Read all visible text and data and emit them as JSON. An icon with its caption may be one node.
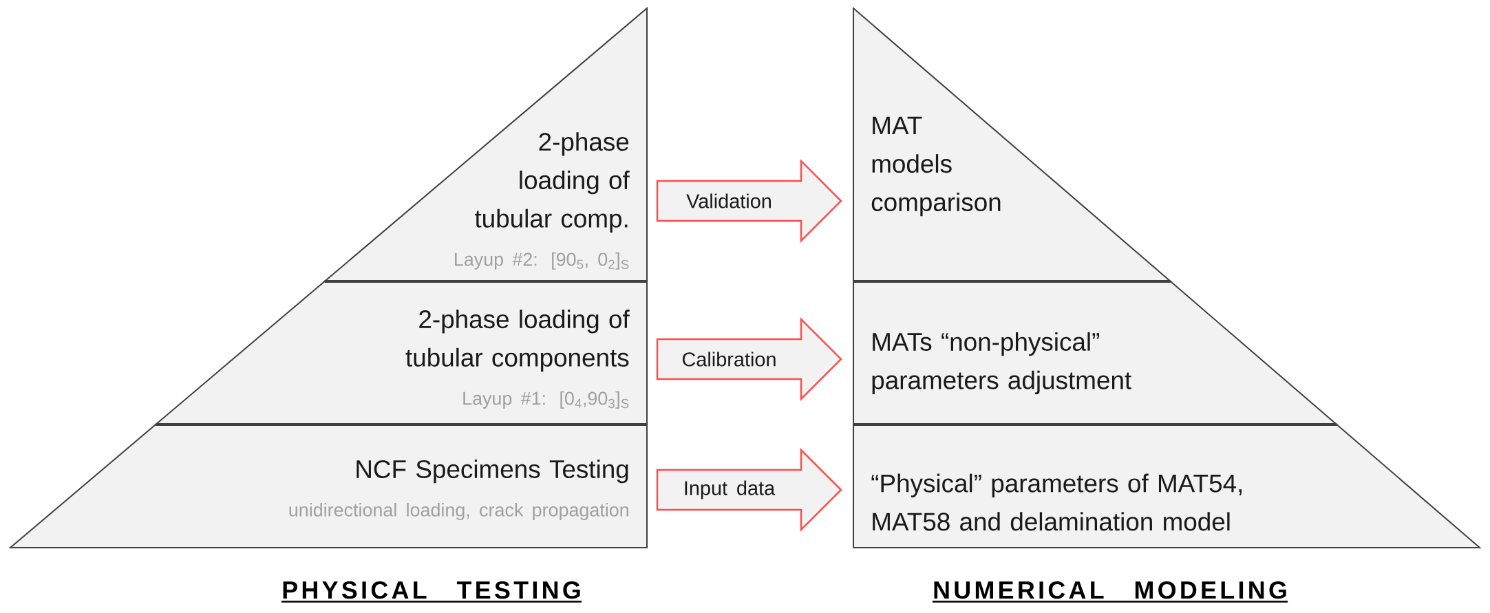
{
  "diagram": {
    "nodes": [
      {
        "text": [
          "2-phase loading of tubular comp.",
          "Layup #2: [90$_{5}$, 0$_{2}$]$_{S}$"
        ]
      },
      {
        "text": [
          "2-phase loading of tubular components",
          "Layup #1: [0$_{4}$,90$_{3}$]$_{S}$"
        ]
      },
      {
        "text": [
          "NCF Specimens Testing",
          "unidirectional loading, crack propagation"
        ]
      },
      {
        "text": [
          "MAT models comparison"
        ]
      },
      {
        "text": [
          "MATs “non-physical” parameters adjustment"
        ]
      },
      {
        "text": [
          "“Physical” parameters of MAT54, MAT58 and delamination model"
        ]
      }
    ],
    "edges": [
      {
        "from": 0,
        "to": 3,
        "arrow": "to",
        "label": "Validation"
      },
      {
        "from": 1,
        "to": 4,
        "arrow": "to",
        "label": "Calibration"
      },
      {
        "from": 2,
        "to": 5,
        "arrow": "to",
        "label": "Input data"
      }
    ],
    "labels": [
      "PHYSICAL TESTING",
      "NUMERICAL MODELING"
    ]
  }
}
